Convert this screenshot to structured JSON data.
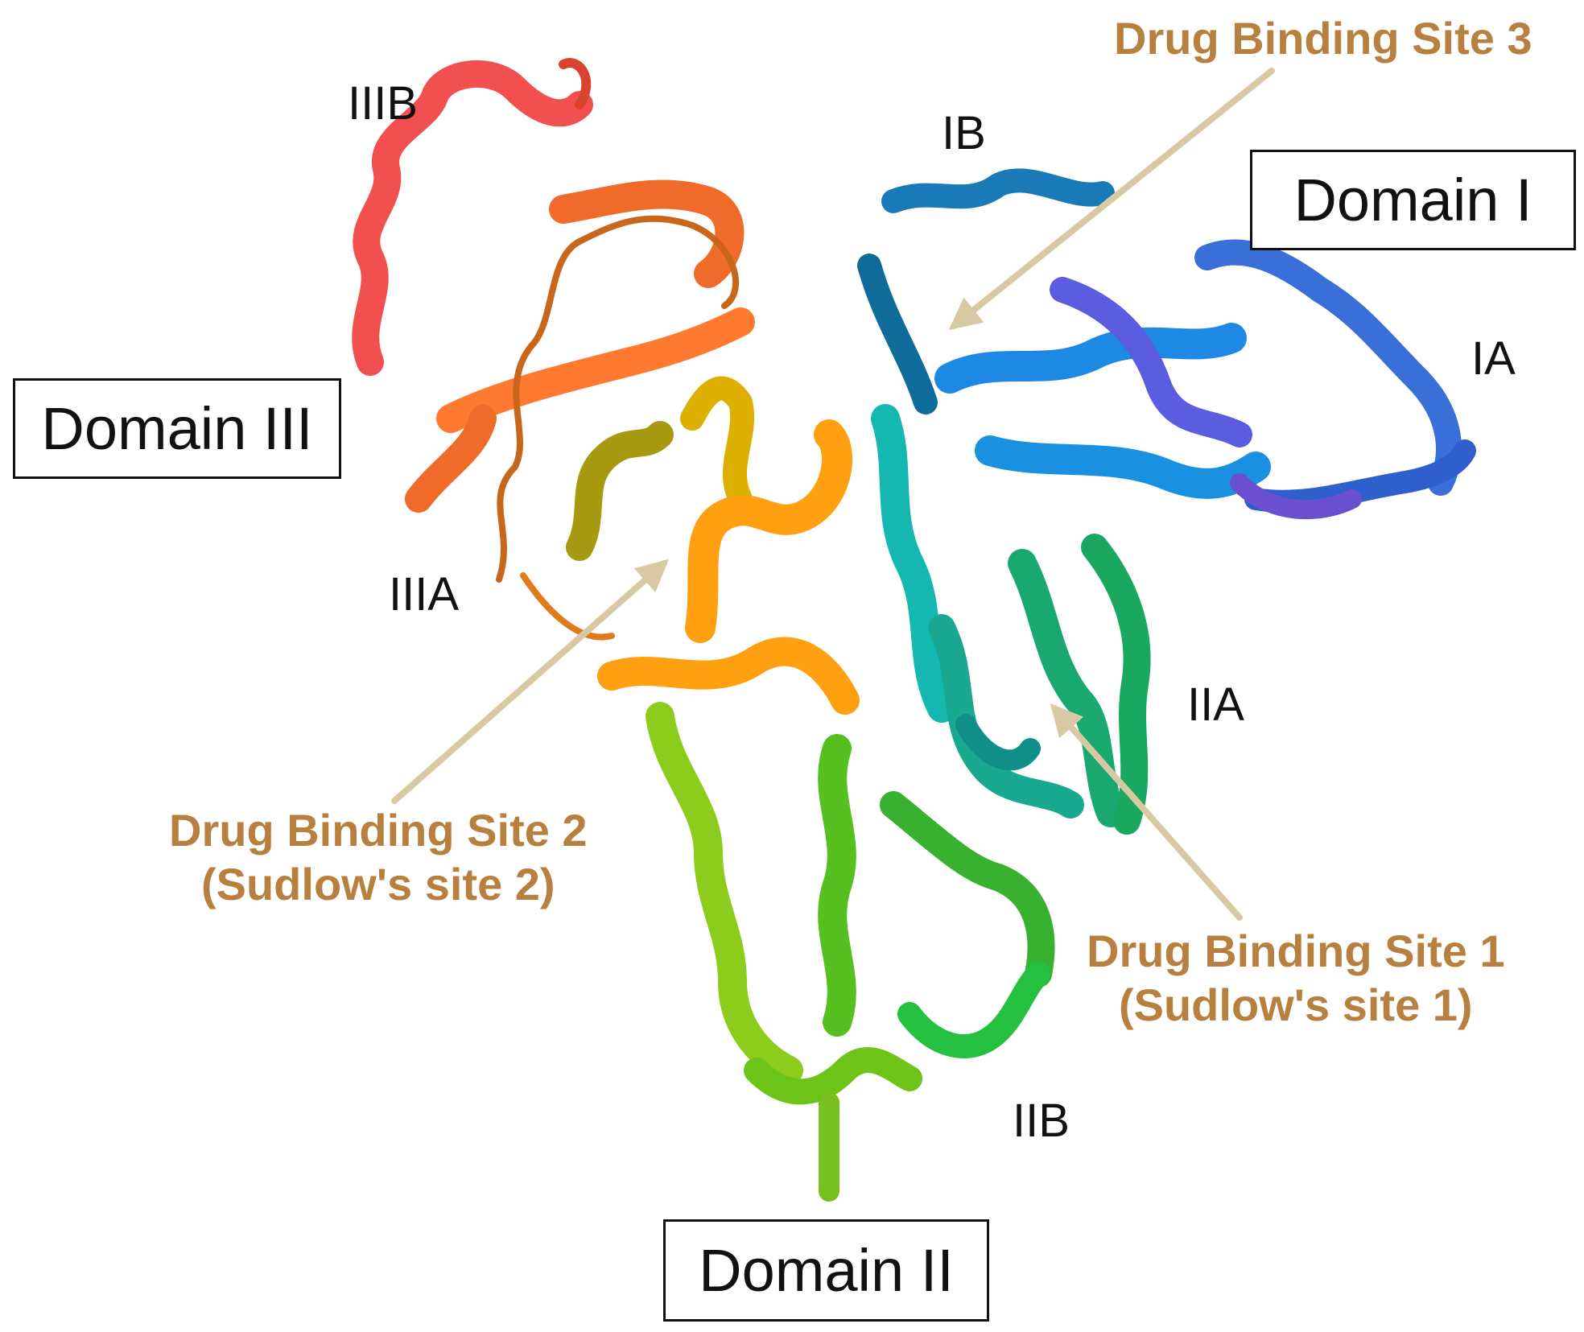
{
  "colors": {
    "site_label": "#b8803f",
    "arrow": "#d9c9a3",
    "domain_I_helix": "#1e88e5",
    "domain_I_core": "#5c5ce0",
    "domain_II_helix": "#43c020",
    "domain_II_lower": "#8bcc1c",
    "domain_III_helix": "#ff7a30",
    "domain_IIIB_helix": "#f25050",
    "domain_IIIA_helix": "#ffa010"
  },
  "domains": {
    "domain_I": "Domain I",
    "domain_II": "Domain II",
    "domain_III": "Domain III"
  },
  "subdomains": {
    "IA": "IA",
    "IB": "IB",
    "IIA": "IIA",
    "IIB": "IIB",
    "IIIA": "IIIA",
    "IIIB": "IIIB"
  },
  "binding_sites": {
    "site1": {
      "line1": "Drug Binding Site 1",
      "line2": "(Sudlow's site 1)"
    },
    "site2": {
      "line1": "Drug Binding Site 2",
      "line2": "(Sudlow's site 2)"
    },
    "site3": {
      "line1": "Drug Binding Site 3"
    }
  }
}
